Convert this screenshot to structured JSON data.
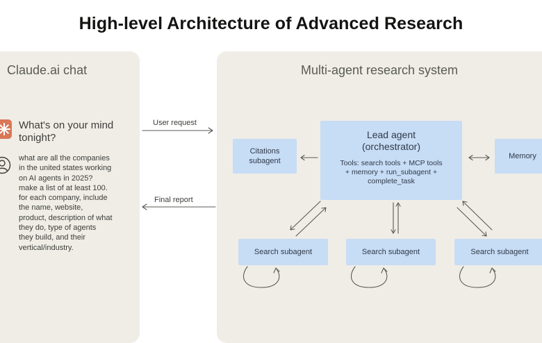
{
  "title": "High-level Architecture of Advanced Research",
  "left_panel": {
    "title": "Claude.ai chat",
    "question": "What's on your mind tonight?",
    "prompt": "what are all the companies in the united states working on AI agents in 2025? make a list of at least 100. for each company, include the name, website, product, description of what they do, type of agents they build, and their vertical/industry."
  },
  "right_panel": {
    "title": "Multi-agent research system"
  },
  "edges": {
    "user_request": "User request",
    "final_report": "Final report"
  },
  "nodes": {
    "lead_title": "Lead agent\n(orchestrator)",
    "lead_tools": "Tools: search tools + MCP tools\n+ memory + run_subagent +\ncomplete_task",
    "citations": "Citations\nsubagent",
    "memory": "Memory",
    "search_1": "Search subagent",
    "search_2": "Search subagent",
    "search_3": "Search subagent"
  },
  "colors": {
    "panel_bg": "#efede6",
    "node_fill": "#c7dcf5",
    "accent": "#d97757",
    "arrow": "#5a5a55"
  },
  "icons": [
    "claude-logo-icon",
    "user-avatar-icon"
  ]
}
